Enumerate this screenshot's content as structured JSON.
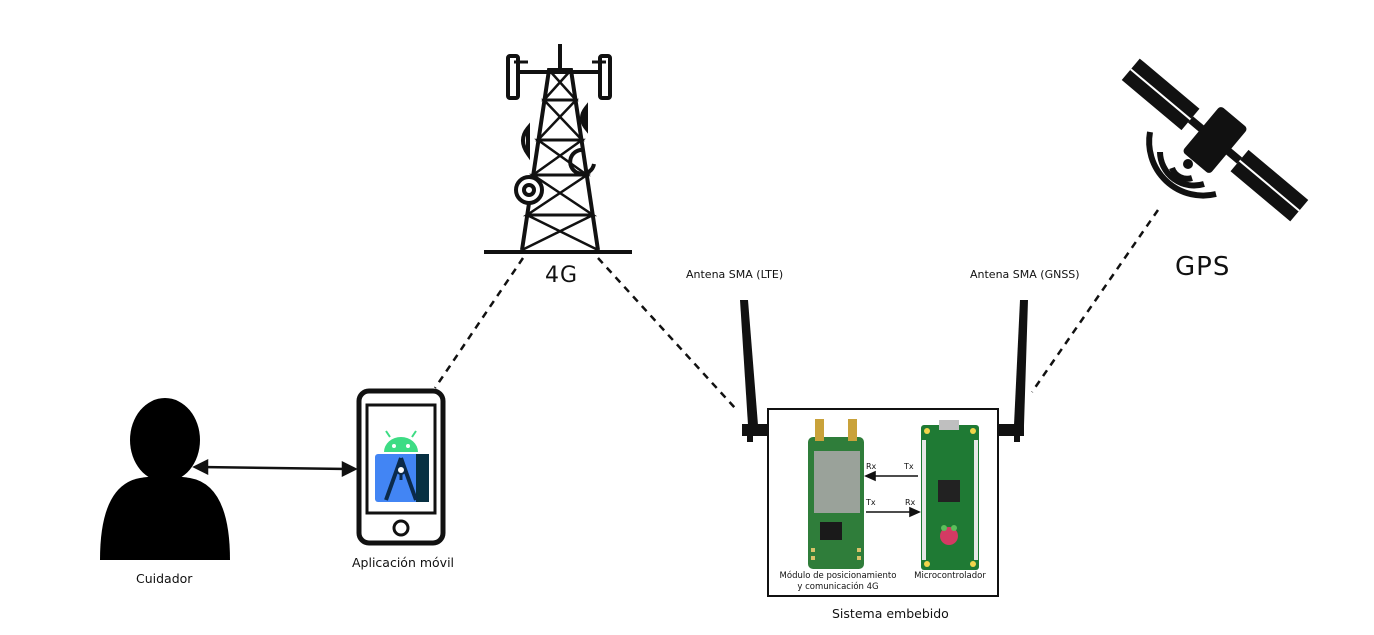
{
  "labels": {
    "tower": "4G",
    "gps": "GPS",
    "antenna_lte": "Antena SMA (LTE)",
    "antenna_gnss": "Antena SMA (GNSS)",
    "caregiver": "Cuidador",
    "mobile_app": "Aplicación móvil",
    "module_line1": "Módulo de posicionamiento",
    "module_line2": "y comunicación 4G",
    "microcontroller": "Microcontrolador",
    "embedded_system": "Sistema embebido",
    "rx_top": "Rx",
    "tx_top": "Tx",
    "tx_bottom": "Tx",
    "rx_bottom": "Rx"
  },
  "colors": {
    "line": "#111111",
    "pcb_green": "#2f7d3a",
    "pico_green": "#1f7a34",
    "android_green": "#3ddc84",
    "studio_blue": "#4285f4"
  },
  "icons": [
    "cell-tower-icon",
    "satellite-icon",
    "person-icon",
    "smartphone-icon",
    "android-studio-icon",
    "antenna-icon"
  ]
}
